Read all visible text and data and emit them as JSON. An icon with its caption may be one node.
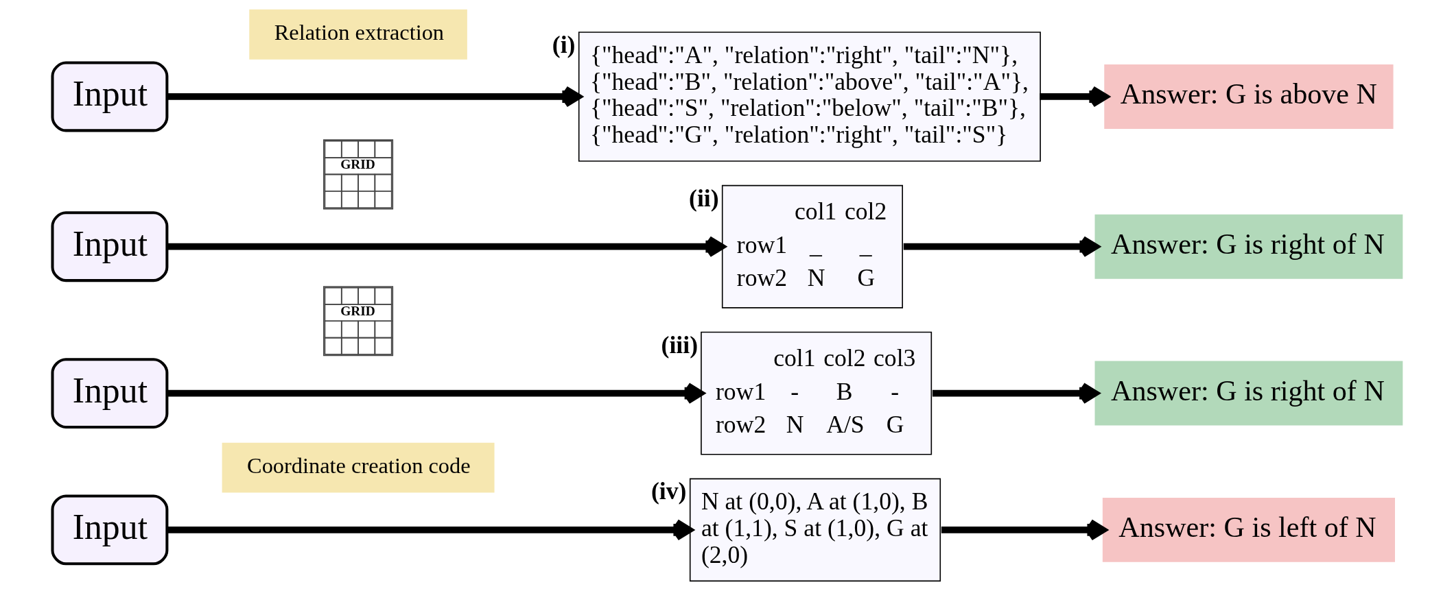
{
  "diagram": {
    "nodes": [
      {
        "text": [
          "Input"
        ]
      },
      {
        "text": [
          "Relation extraction"
        ]
      },
      {
        "text": [
          "{\"head\":\"A\", \"relation\":\"right\", \"tail\":\"N\"},",
          "{\"head\":\"B\", \"relation\":\"above\", \"tail\":\"A\"},",
          "{\"head\":\"S\", \"relation\":\"below\", \"tail\":\"B\"},",
          "{\"head\":\"G\", \"relation\":\"right\", \"tail\":\"S\"}"
        ],
        "beside": [
          "(i)"
        ]
      },
      {
        "text": [
          "Answer: G is above N"
        ]
      },
      {
        "text": [
          "Input"
        ]
      },
      {
        "text": [
          "GRID"
        ]
      },
      {
        "text": [
          "col1 col2",
          "row1 _ _",
          "row2 N G"
        ],
        "beside": [
          "(ii)"
        ]
      },
      {
        "text": [
          "Answer: G is right of N"
        ]
      },
      {
        "text": [
          "Input"
        ]
      },
      {
        "text": [
          "GRID"
        ]
      },
      {
        "text": [
          "col1 col2 col3",
          "row1 - B -",
          "row2 N A/S G"
        ],
        "beside": [
          "(iii)"
        ]
      },
      {
        "text": [
          "Answer: G is right of N"
        ]
      },
      {
        "text": [
          "Input"
        ]
      },
      {
        "text": [
          "Coordinate creation code"
        ]
      },
      {
        "text": [
          "N at (0,0), A at (1,0), B at (1,1), S at (1,0), G at (2,0)"
        ],
        "beside": [
          "(iv)"
        ]
      },
      {
        "text": [
          "Answer: G is left of N"
        ]
      }
    ],
    "edges": [
      {
        "from": 0,
        "to": 2,
        "arrow": "to"
      },
      {
        "from": 2,
        "to": 3,
        "arrow": "to"
      },
      {
        "from": 4,
        "to": 6,
        "arrow": "to"
      },
      {
        "from": 6,
        "to": 7,
        "arrow": "to"
      },
      {
        "from": 8,
        "to": 10,
        "arrow": "to"
      },
      {
        "from": 10,
        "to": 11,
        "arrow": "to"
      },
      {
        "from": 12,
        "to": 14,
        "arrow": "to"
      },
      {
        "from": 14,
        "to": 15,
        "arrow": "to"
      }
    ]
  }
}
